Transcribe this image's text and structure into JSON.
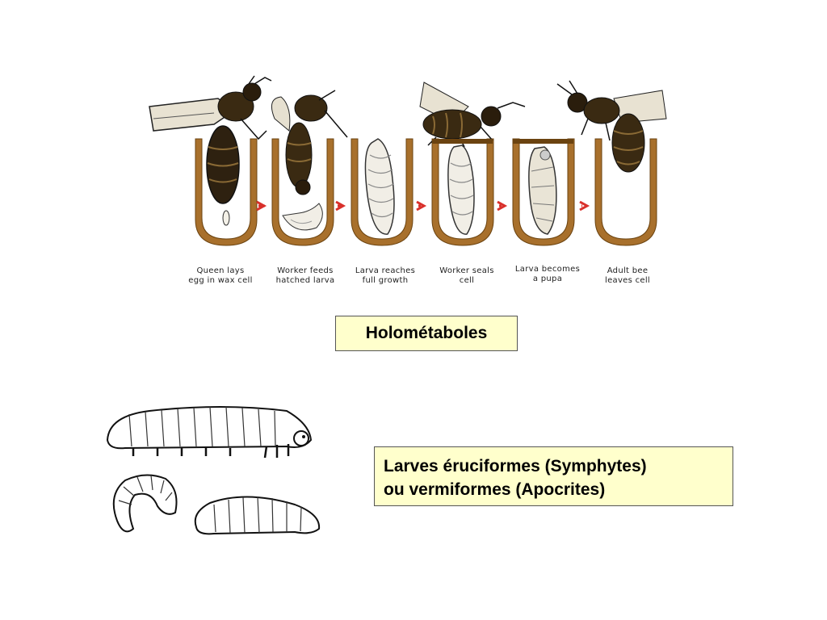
{
  "colors": {
    "cell_wax": "#a8702c",
    "cell_wax_dark": "#6b4310",
    "arrow": "#d9302b",
    "label_fill": "#ffffcc",
    "bee_body": "#3a2a12",
    "bee_stripe": "#8a6a35"
  },
  "lifecycle": {
    "stages": [
      {
        "line1": "Queen lays",
        "line2": "egg in wax cell"
      },
      {
        "line1": "Worker feeds",
        "line2": "hatched larva"
      },
      {
        "line1": "Larva reaches",
        "line2": "full growth"
      },
      {
        "line1": "Worker seals",
        "line2": "cell"
      },
      {
        "line1": "Larva becomes",
        "line2": "a pupa"
      },
      {
        "line1": "Adult bee",
        "line2": "leaves cell"
      }
    ]
  },
  "labels": {
    "holometaboles": "Holométaboles",
    "larvae_line1": "Larves éruciformes (Symphytes)",
    "larvae_line2": "ou vermiformes (Apocrites)"
  }
}
